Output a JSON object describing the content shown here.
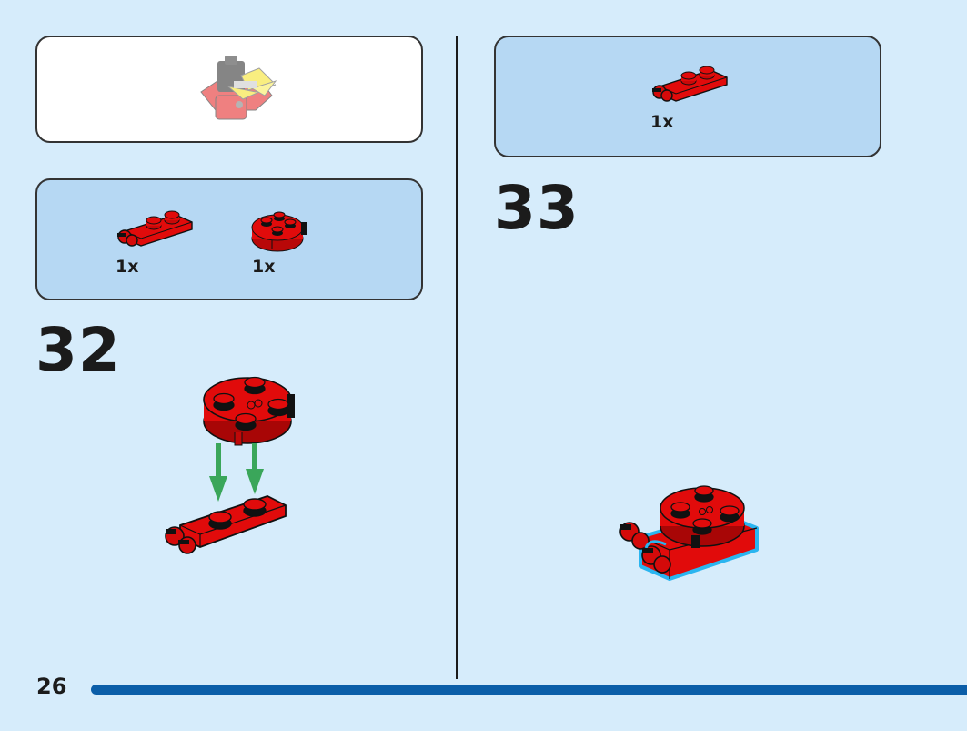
{
  "colors": {
    "background": "#d6ecfb",
    "panel_blue": "#b6d8f3",
    "brick_red": "#e10b0b",
    "arrow_green": "#3aa65a",
    "highlight": "#2ab5f0",
    "bar_blue": "#0b5ea8"
  },
  "left": {
    "parts_panel": {
      "items": [
        {
          "qty": "1x",
          "icon": "plate-1x2-with-clip-icon"
        },
        {
          "qty": "1x",
          "icon": "round-plate-2x2-icon"
        }
      ]
    },
    "step": {
      "number": "32"
    }
  },
  "right": {
    "parts_panel": {
      "items": [
        {
          "qty": "1x",
          "icon": "plate-1x2-with-clip-icon"
        }
      ]
    },
    "step": {
      "number": "33"
    }
  },
  "footer": {
    "page_number": "26"
  }
}
